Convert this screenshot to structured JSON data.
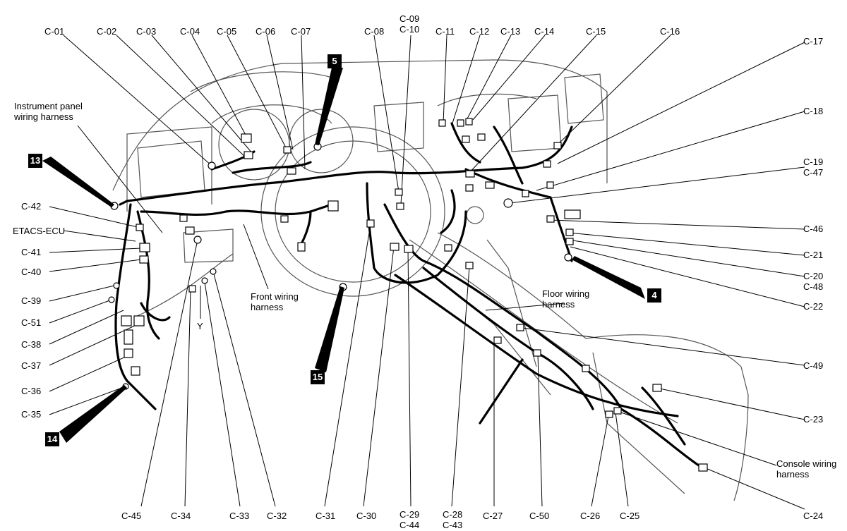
{
  "labels_top": [
    "C-01",
    "C-02",
    "C-03",
    "C-04",
    "C-05",
    "C-06",
    "C-07",
    "C-08",
    "C-09\nC-10",
    "C-11",
    "C-12",
    "C-13",
    "C-14",
    "C-15",
    "C-16",
    "C-17"
  ],
  "labels_right": [
    "C-18",
    "C-19\nC-47",
    "C-46",
    "C-21",
    "C-20\nC-48",
    "C-22",
    "C-49",
    "C-23",
    "C-24"
  ],
  "labels_left": [
    "C-42",
    "ETACS-ECU",
    "C-41",
    "C-40",
    "C-39",
    "C-51",
    "C-38",
    "C-37",
    "C-36",
    "C-35"
  ],
  "labels_bottom": [
    "C-45",
    "C-34",
    "C-33",
    "C-32",
    "C-31",
    "C-30",
    "C-29\nC-44",
    "C-28\nC-43",
    "C-27",
    "C-50",
    "C-26",
    "C-25"
  ],
  "harness_labels": {
    "instrument_panel": "Instrument panel\nwiring harness",
    "front": "Front wiring\nharness",
    "floor": "Floor wiring\nharness",
    "console": "Console wiring\nharness",
    "y": "Y"
  },
  "refs": [
    "5",
    "13",
    "15",
    "4",
    "14"
  ]
}
